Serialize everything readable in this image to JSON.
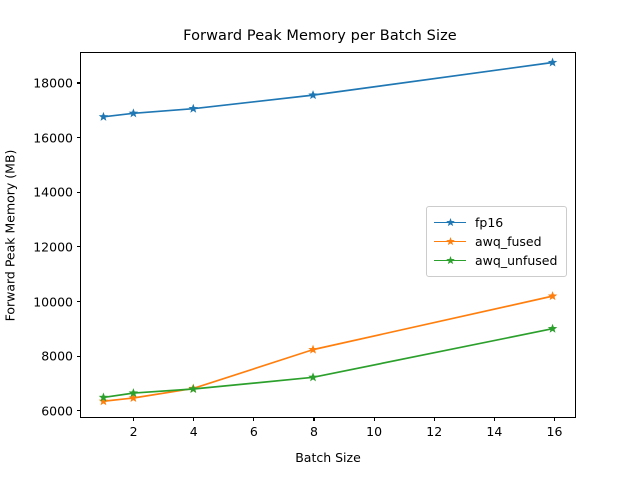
{
  "chart_data": {
    "type": "line",
    "title": "Forward Peak Memory per Batch Size",
    "xlabel": "Batch Size",
    "ylabel": "Forward Peak Memory (MB)",
    "x": [
      1,
      2,
      4,
      8,
      16
    ],
    "xlim": [
      0.25,
      16.75
    ],
    "ylim": [
      5700,
      19100
    ],
    "xticks": [
      2,
      4,
      6,
      8,
      10,
      12,
      14,
      16
    ],
    "xticklabels": [
      "2",
      "4",
      "6",
      "8",
      "10",
      "12",
      "14",
      "16"
    ],
    "yticks": [
      6000,
      8000,
      10000,
      12000,
      14000,
      16000,
      18000
    ],
    "yticklabels": [
      "6000",
      "8000",
      "10000",
      "12000",
      "14000",
      "16000",
      "18000"
    ],
    "grid": false,
    "legend_position": "center right",
    "marker": "star",
    "series": [
      {
        "name": "fp16",
        "color": "#1f77b4",
        "values": [
          16750,
          16880,
          17050,
          17550,
          18750
        ]
      },
      {
        "name": "awq_fused",
        "color": "#ff7f0e",
        "values": [
          6280,
          6400,
          6750,
          8180,
          10150
        ]
      },
      {
        "name": "awq_unfused",
        "color": "#2ca02c",
        "values": [
          6420,
          6580,
          6730,
          7160,
          8950
        ]
      }
    ]
  }
}
